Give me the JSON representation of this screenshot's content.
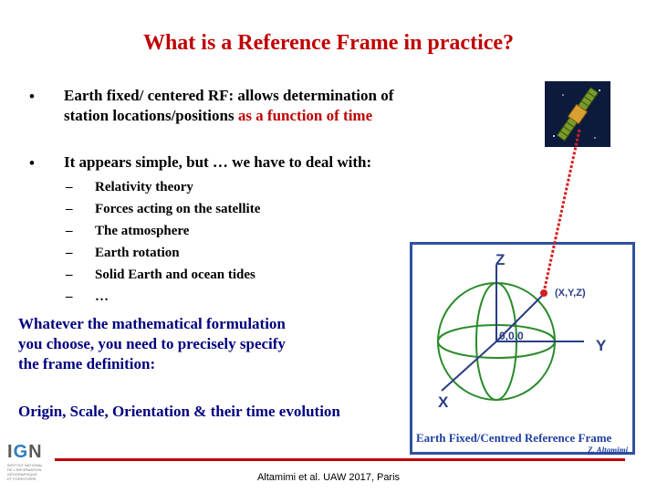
{
  "title": "What is a Reference Frame in practice?",
  "bullets": [
    {
      "marker": "•",
      "line1": "Earth fixed/ centered RF: allows determination of",
      "line2_plain": "station locations/positions ",
      "line2_red": "as a function of time"
    },
    {
      "marker": "•",
      "text": "It appears simple, but … we have to deal with:"
    }
  ],
  "sub_items": [
    {
      "dash": "–",
      "text": "Relativity theory"
    },
    {
      "dash": "–",
      "text": "Forces acting on the satellite"
    },
    {
      "dash": "–",
      "text": "The atmosphere"
    },
    {
      "dash": "–",
      "text": "Earth rotation"
    },
    {
      "dash": "–",
      "text": "Solid Earth and ocean tides"
    },
    {
      "dash": "–",
      "text": "…"
    }
  ],
  "paragraph": [
    "Whatever the mathematical formulation",
    "you choose, you need to precisely specify",
    "the frame definition:"
  ],
  "summary": "Origin, Scale, Orientation & their time evolution",
  "figure": {
    "axis_z": "Z",
    "axis_y": "Y",
    "axis_x": "X",
    "origin_label": "0,0,0",
    "point_label": "(X,Y,Z)",
    "caption": "Earth Fixed/Centred Reference Frame",
    "credit": "Z. Altamimi",
    "line_color": "#2a3e86",
    "sat_line_color": "#d42020"
  },
  "footer": "Altamimi et al. UAW 2017, Paris",
  "logo": {
    "mark_left": "I",
    "mark_mid": "G",
    "mark_right": "N",
    "subtitle": [
      "INSTITUT NATIONAL",
      "DE L'INFORMATION",
      "GÉOGRAPHIQUE",
      "ET FORESTIÈRE"
    ]
  },
  "colors": {
    "title": "#c00000",
    "paragraph": "#000080",
    "accent": "#c00000",
    "frame": "#3050a0"
  }
}
